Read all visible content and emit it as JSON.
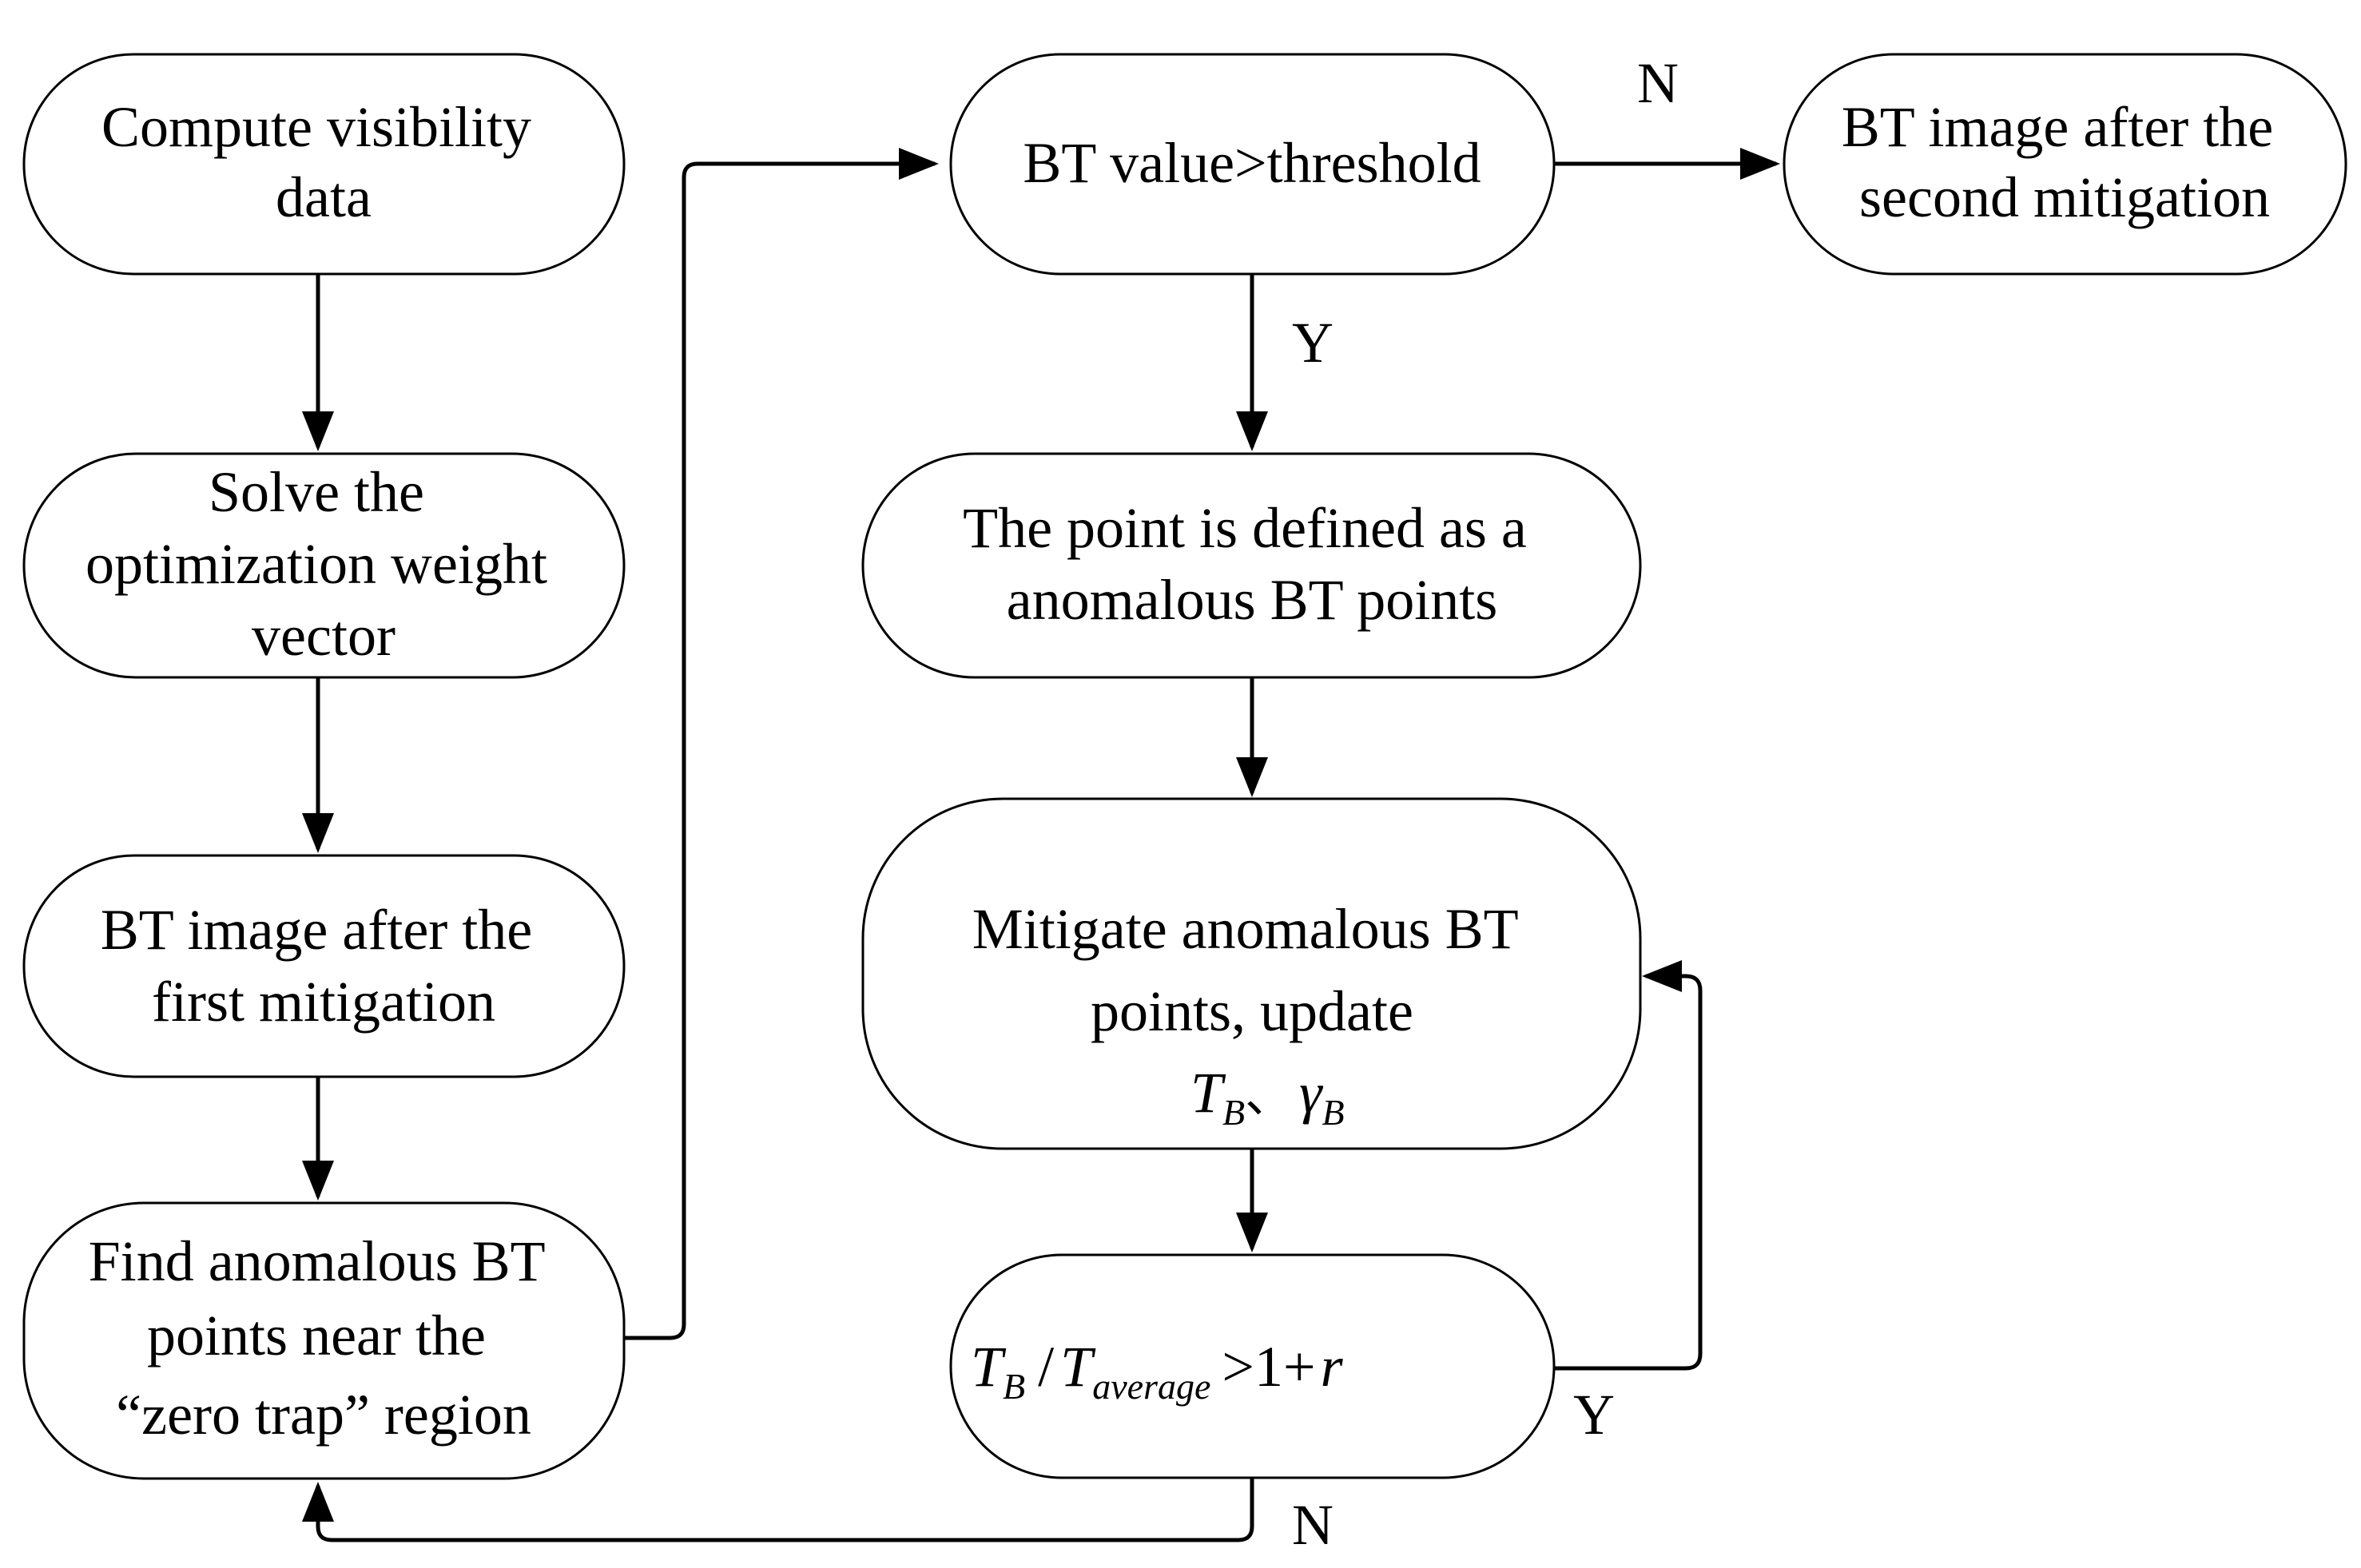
{
  "nodes": {
    "compute": {
      "lines": [
        "Compute visibility",
        "data"
      ]
    },
    "solve": {
      "lines": [
        "Solve the",
        "optimization weight",
        "vector"
      ]
    },
    "first": {
      "lines": [
        "BT image after the",
        "first mitigation"
      ]
    },
    "find": {
      "lines": [
        "Find anomalous BT",
        "points near the",
        "“zero trap” region"
      ]
    },
    "decision": {
      "lines": [
        "BT value>threshold"
      ]
    },
    "second": {
      "lines": [
        "BT image after the",
        "second mitigation"
      ]
    },
    "define": {
      "lines": [
        "The point is defined as a",
        "anomalous BT points"
      ]
    },
    "mitigate": {
      "lines": [
        "Mitigate anomalous BT",
        "points, update"
      ],
      "formula": {
        "t": "T",
        "t_sub": "B",
        "sep": "、",
        "g": "γ",
        "g_sub": "B"
      }
    },
    "condition": {
      "t": "T",
      "t_sub": "B",
      "slash": "/",
      "avg": "T",
      "avg_sub": "average",
      "rest": ">1+",
      "r": "r"
    }
  },
  "edge_labels": {
    "decision_no": "N",
    "decision_yes": "Y",
    "condition_yes": "Y",
    "condition_no": "N"
  }
}
